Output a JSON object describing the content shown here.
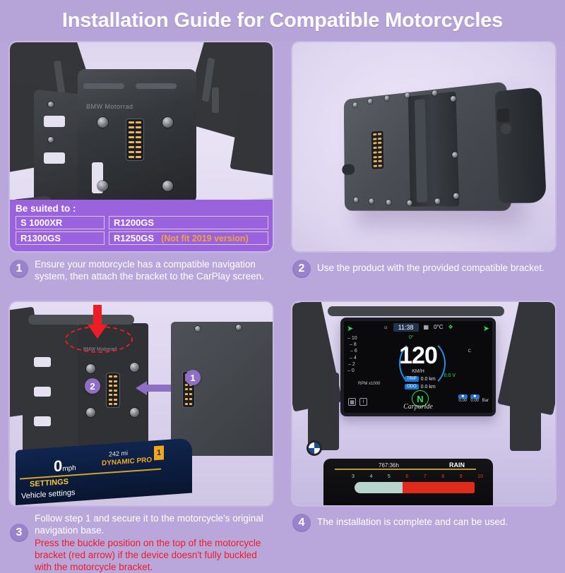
{
  "header": {
    "title": "Installation Guide for Compatible Motorcycles"
  },
  "compat": {
    "title": "Be suited to :",
    "models": [
      "S 1000XR",
      "R1200GS",
      "R1300GS",
      "R1250GS"
    ],
    "note": "(Not fit 2019 version)"
  },
  "steps": [
    {
      "number": "1",
      "text": "Ensure your motorcycle has a compatible navigation system, then attach the bracket to the CarPlay screen."
    },
    {
      "number": "2",
      "text": "Use the product with the provided compatible bracket."
    },
    {
      "number": "3",
      "text": "Follow step 1 and secure it to the motorcycle's original navigation base.",
      "warning": "Press the buckle position on the top of the motorcycle bracket (red arrow) if the device doesn't fully buckled with the motorcycle bracket."
    },
    {
      "number": "4",
      "text": "The installation is complete and can be used."
    }
  ],
  "panel1": {
    "bracket_logo": "BMW Motorrad"
  },
  "panel3": {
    "callout_device": "1",
    "callout_bracket": "2",
    "bracket_logo": "BMW Motorrad",
    "dashboard": {
      "speed": "0",
      "speed_unit": "mph",
      "range": "242 mi",
      "mode": "DYNAMIC PRO",
      "gear": "1",
      "menu_title": "SETTINGS",
      "menu_item": "Vehicle settings"
    }
  },
  "panel4": {
    "carplay": {
      "time": "11:38",
      "temperature": "0°C",
      "lean_angle": "0°",
      "speed": "120",
      "speed_unit": "KM/H",
      "trip_label": "TRIP",
      "trip_value": "0.0 km",
      "odo_label": "ODO",
      "odo_value": "0.0 km",
      "voltage": "0.0 V",
      "gear": "N",
      "tach_ticks": [
        "10",
        "8",
        "6",
        "4",
        "2",
        "0"
      ],
      "tach_unit": "RPM x1000",
      "coolant_label": "C",
      "tire_front_value": "0.00",
      "tire_rear_value": "0.00",
      "tire_unit": "Bar",
      "brand": "Carpuride"
    },
    "bmw_dash": {
      "hours": "767:36h",
      "mode": "RAIN",
      "ticks": [
        "3",
        "4",
        "5",
        "6",
        "7",
        "8",
        "9",
        "10"
      ]
    }
  },
  "colors": {
    "background": "#b9a6da",
    "panel_fill": "#e9e2f4",
    "panel_border": "#c8b8e4",
    "badge": "#9b82cc",
    "compat_bg": "#9b62dd",
    "warning_red": "#ee1c25",
    "note_orange": "#f2a33c"
  }
}
